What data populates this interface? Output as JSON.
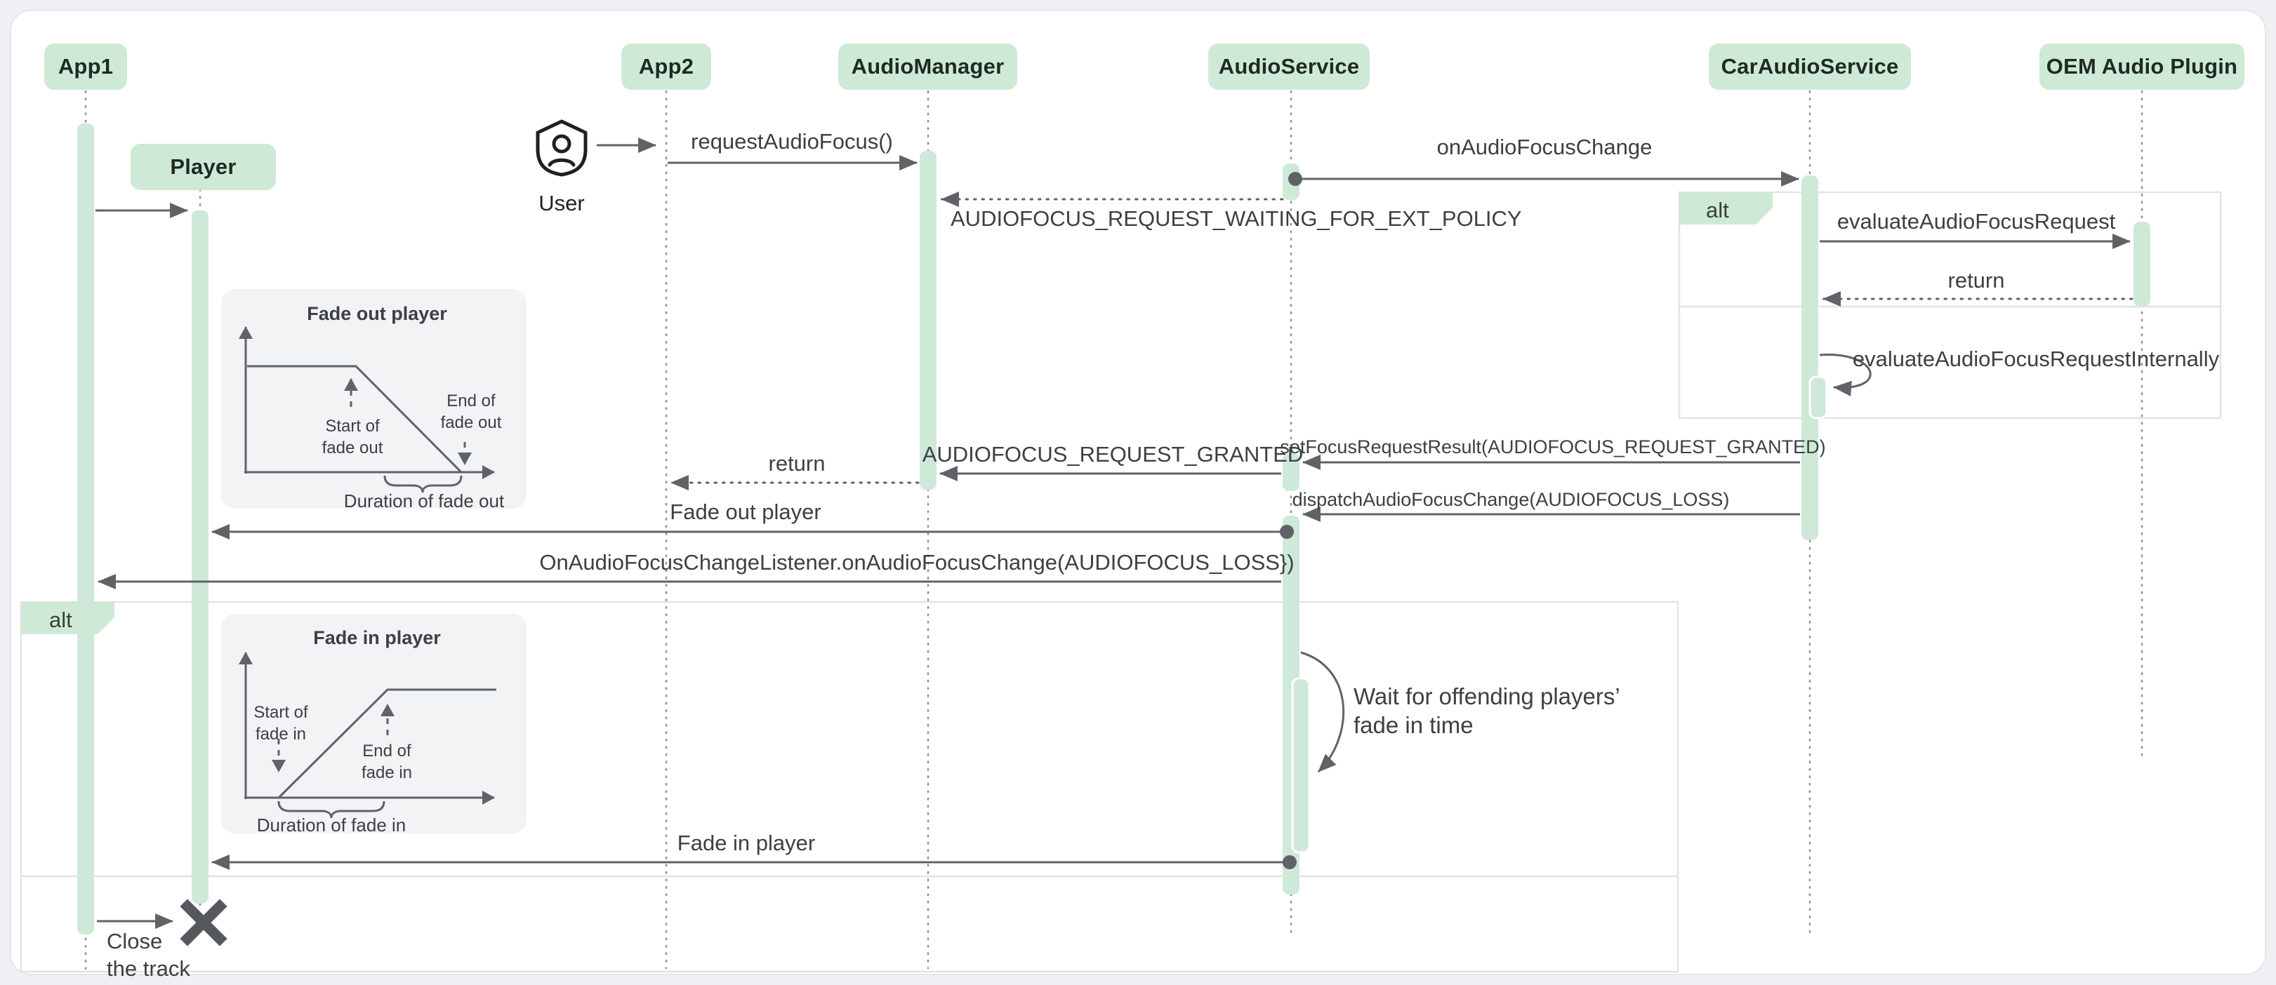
{
  "page": {
    "background": "#eef0f3",
    "card_background": "#ffffff"
  },
  "colors": {
    "participant_green": "#ceead6",
    "activation_green": "#cfe9d9",
    "arrow_gray": "#5f6368",
    "text_gray": "#3c4043",
    "fragment_border": "#e0e3e7",
    "chart_background": "#f1f3f4",
    "lifeline_gray": "#8f959b"
  },
  "participants": {
    "app1": "App1",
    "player": "Player",
    "app2": "App2",
    "audio_manager": "AudioManager",
    "audio_service": "AudioService",
    "car_audio_service": "CarAudioService",
    "oem_audio_plugin": "OEM Audio Plugin"
  },
  "actor": {
    "label": "User"
  },
  "fragments": {
    "left_label": "alt",
    "right_label": "alt"
  },
  "messages": {
    "request_audio_focus": "requestAudioFocus()",
    "on_audio_focus_change": "onAudioFocusChange",
    "waiting_ext_policy": "AUDIOFOCUS_REQUEST_WAITING_FOR_EXT_POLICY",
    "evaluate_audio_focus_request": "evaluateAudioFocusRequest",
    "return_evaluate": "return",
    "evaluate_internally": "evaluateAudioFocusRequestInternally",
    "set_focus_request_result": "setFocusRequestResult(AUDIOFOCUS_REQUEST_GRANTED)",
    "request_granted": "AUDIOFOCUS_REQUEST_GRANTED",
    "return_to_app2": "return",
    "dispatch_focus_change": "dispatchAudioFocusChange(AUDIOFOCUS_LOSS)",
    "fade_out_player": "Fade out player",
    "on_focus_change_listener": "OnAudioFocusChangeListener.onAudioFocusChange(AUDIOFOCUS_LOSS})",
    "wait_line1": "Wait for offending players’",
    "wait_line2": "fade in time",
    "fade_in_player": "Fade in player",
    "close_line1": "Close",
    "close_line2": "the track"
  },
  "fade_out_chart": {
    "title": "Fade out player",
    "start_line1": "Start of",
    "start_line2": "fade out",
    "end_line1": "End of",
    "end_line2": "fade out",
    "duration": "Duration of fade out"
  },
  "fade_in_chart": {
    "title": "Fade in player",
    "start_line1": "Start of",
    "start_line2": "fade in",
    "end_line1": "End of",
    "end_line2": "fade in",
    "duration": "Duration of fade in"
  }
}
